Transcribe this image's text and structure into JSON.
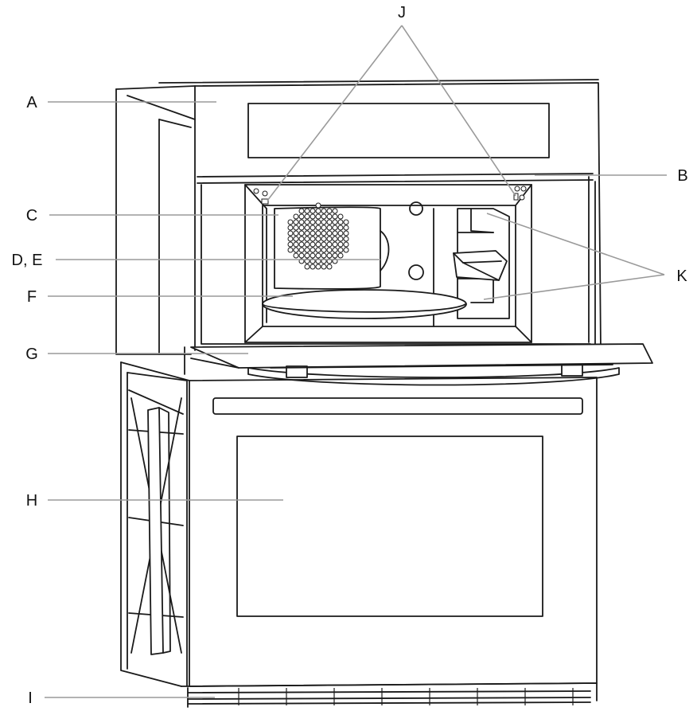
{
  "diagram": {
    "callouts": {
      "A": "A",
      "B": "B",
      "C": "C",
      "DE": "D, E",
      "F": "F",
      "G": "G",
      "H": "H",
      "I": "I",
      "J": "J",
      "K": "K"
    }
  },
  "colors": {
    "line": "#1a1a1a",
    "leader": "#9a9a9a",
    "background": "#ffffff"
  }
}
